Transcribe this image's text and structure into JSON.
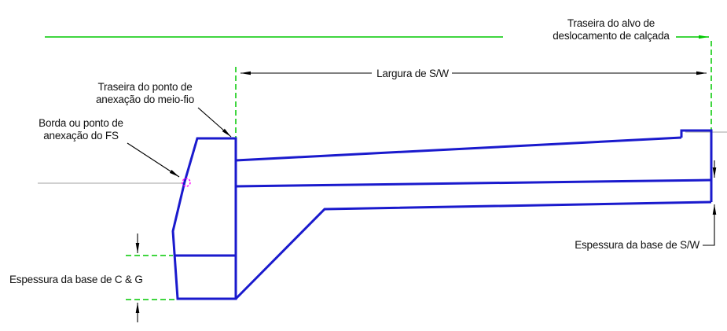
{
  "diagram": {
    "type": "curb-gutter-sidewalk-cross-section",
    "labels": {
      "back_of_walk_target": {
        "lines": [
          "Traseira do alvo de",
          "deslocamento de calçada"
        ]
      },
      "sidewalk_width": "Largura de S/W",
      "back_of_curb_attachment": {
        "lines": [
          "Traseira do ponto de",
          "anexação do meio-fio"
        ]
      },
      "edge_or_fs_attachment": {
        "lines": [
          "Borda ou ponto de",
          "anexação do FS"
        ]
      },
      "sw_base_thickness": "Espessura da base de S/W",
      "cg_base_thickness": "Espessura da base de C & G"
    },
    "colors": {
      "section_blue": "#1a1acd",
      "reference_green": "#00c800",
      "marker_magenta": "#ff00ff",
      "ground_gray": "#b5b5b5",
      "dimension_black": "#000000"
    }
  }
}
